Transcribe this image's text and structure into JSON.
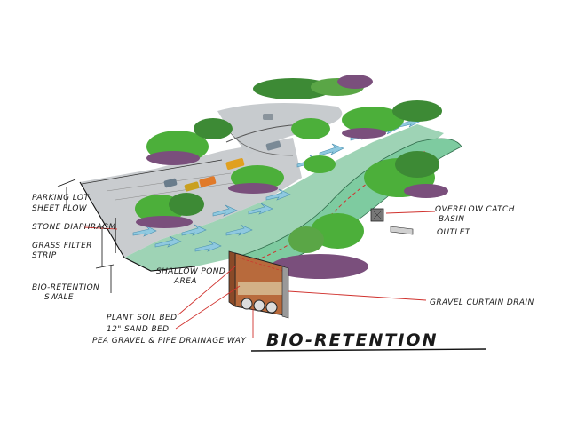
{
  "title": "BIO-RETENTION",
  "labels": {
    "parking_lot_sheet_flow": [
      "PARKING LOT",
      "SHEET FLOW"
    ],
    "stone_diaphragm": "STONE DIAPHRAGM",
    "grass_filter_strip": [
      "GRASS FILTER",
      "STRIP"
    ],
    "shallow_pond_area": [
      "SHALLOW POND",
      "AREA"
    ],
    "bio_retention_swale": [
      "BIO-RETENTION",
      "SWALE"
    ],
    "plant_soil_bed": "PLANT SOIL BED",
    "sand_bed": "12\" SAND BED",
    "pea_gravel": "PEA GRAVEL & PIPE DRAINAGE WAY",
    "overflow_catch_basin": [
      "OVERFLOW CATCH",
      "BASIN"
    ],
    "outlet": "OUTLET",
    "gravel_curtain_drain": "GRAVEL CURTAIN DRAIN"
  },
  "colors": {
    "ink": "#1a1a1a",
    "leader_red": "#d0312d",
    "tree_green": "#4caf3a",
    "tree_dark": "#2f6b2a",
    "shrub_purple": "#7a4f7c",
    "water_blue": "#8fc9e0",
    "swale_green": "#7ecba0",
    "pavement_grey": "#bfc3c6",
    "soil_brown": "#b86a3c"
  }
}
